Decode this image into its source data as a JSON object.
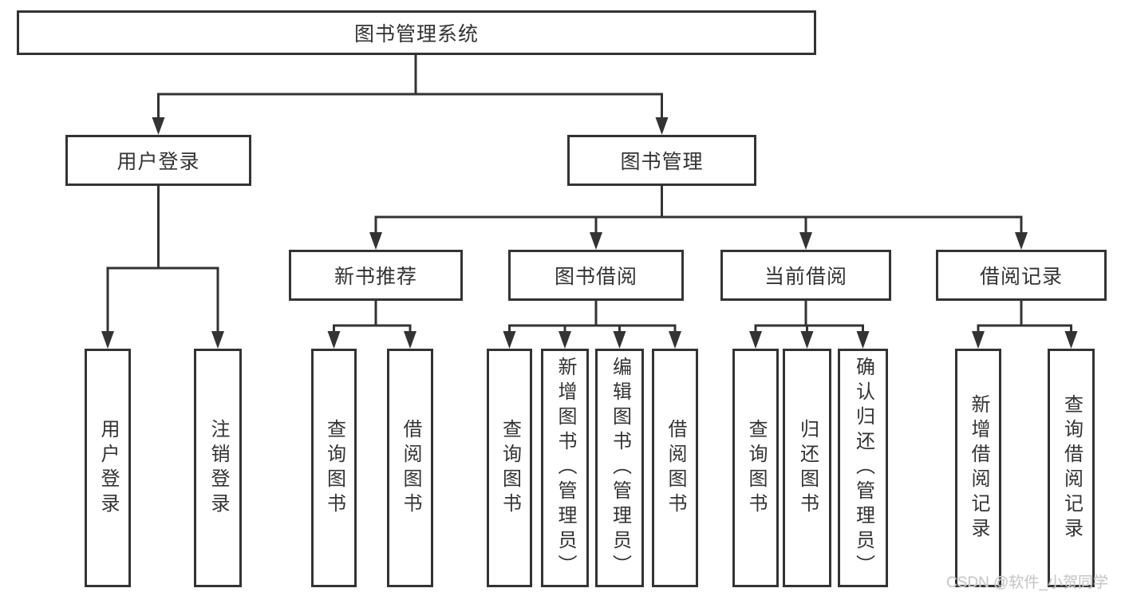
{
  "diagram": {
    "title": "图书管理系统",
    "type": "tree",
    "colors": {
      "line": "#333333",
      "box_border": "#333333",
      "box_fill": "#ffffff",
      "text": "#333333",
      "watermark_text": "#c8c8c8",
      "background": "#ffffff"
    },
    "nodes": {
      "root": {
        "label": "图书管理系统"
      },
      "user_login": {
        "label": "用户登录"
      },
      "book_mgmt": {
        "label": "图书管理"
      },
      "new_book_rec": {
        "label": "新书推荐"
      },
      "book_borrow": {
        "label": "图书借阅"
      },
      "current_borrow": {
        "label": "当前借阅"
      },
      "borrow_records": {
        "label": "借阅记录"
      },
      "leaf_user_login": {
        "label": "用户登录"
      },
      "leaf_logout_login": {
        "label": "注销登录"
      },
      "leaf_query_books_rec": {
        "label": "查询图书"
      },
      "leaf_borrow_books_rec": {
        "label": "借阅图书"
      },
      "leaf_query_books_borrow": {
        "label": "查询图书"
      },
      "leaf_add_books_admin": {
        "label": "新增图书（管理员）"
      },
      "leaf_edit_books_admin": {
        "label": "编辑图书（管理员）"
      },
      "leaf_borrow_books_borrow": {
        "label": "借阅图书"
      },
      "leaf_query_books_current": {
        "label": "查询图书"
      },
      "leaf_return_books": {
        "label": "归还图书"
      },
      "leaf_confirm_return_admin": {
        "label": "确认归还（管理员）"
      },
      "leaf_add_borrow_record": {
        "label": "新增借阅记录"
      },
      "leaf_query_borrow_record": {
        "label": "查询借阅记录"
      }
    },
    "edges": [
      {
        "from": "图书管理系统",
        "to": [
          "用户登录",
          "图书管理"
        ]
      },
      {
        "from": "用户登录",
        "to": [
          "用户登录",
          "注销登录"
        ]
      },
      {
        "from": "图书管理",
        "to": [
          "新书推荐",
          "图书借阅",
          "当前借阅",
          "借阅记录"
        ]
      },
      {
        "from": "新书推荐",
        "to": [
          "查询图书",
          "借阅图书"
        ]
      },
      {
        "from": "图书借阅",
        "to": [
          "查询图书",
          "新增图书（管理员）",
          "编辑图书（管理员）",
          "借阅图书"
        ]
      },
      {
        "from": "当前借阅",
        "to": [
          "查询图书",
          "归还图书",
          "确认归还（管理员）"
        ]
      },
      {
        "from": "借阅记录",
        "to": [
          "新增借阅记录",
          "查询借阅记录"
        ]
      }
    ],
    "watermark": "CSDN @软件_小贺同学"
  }
}
